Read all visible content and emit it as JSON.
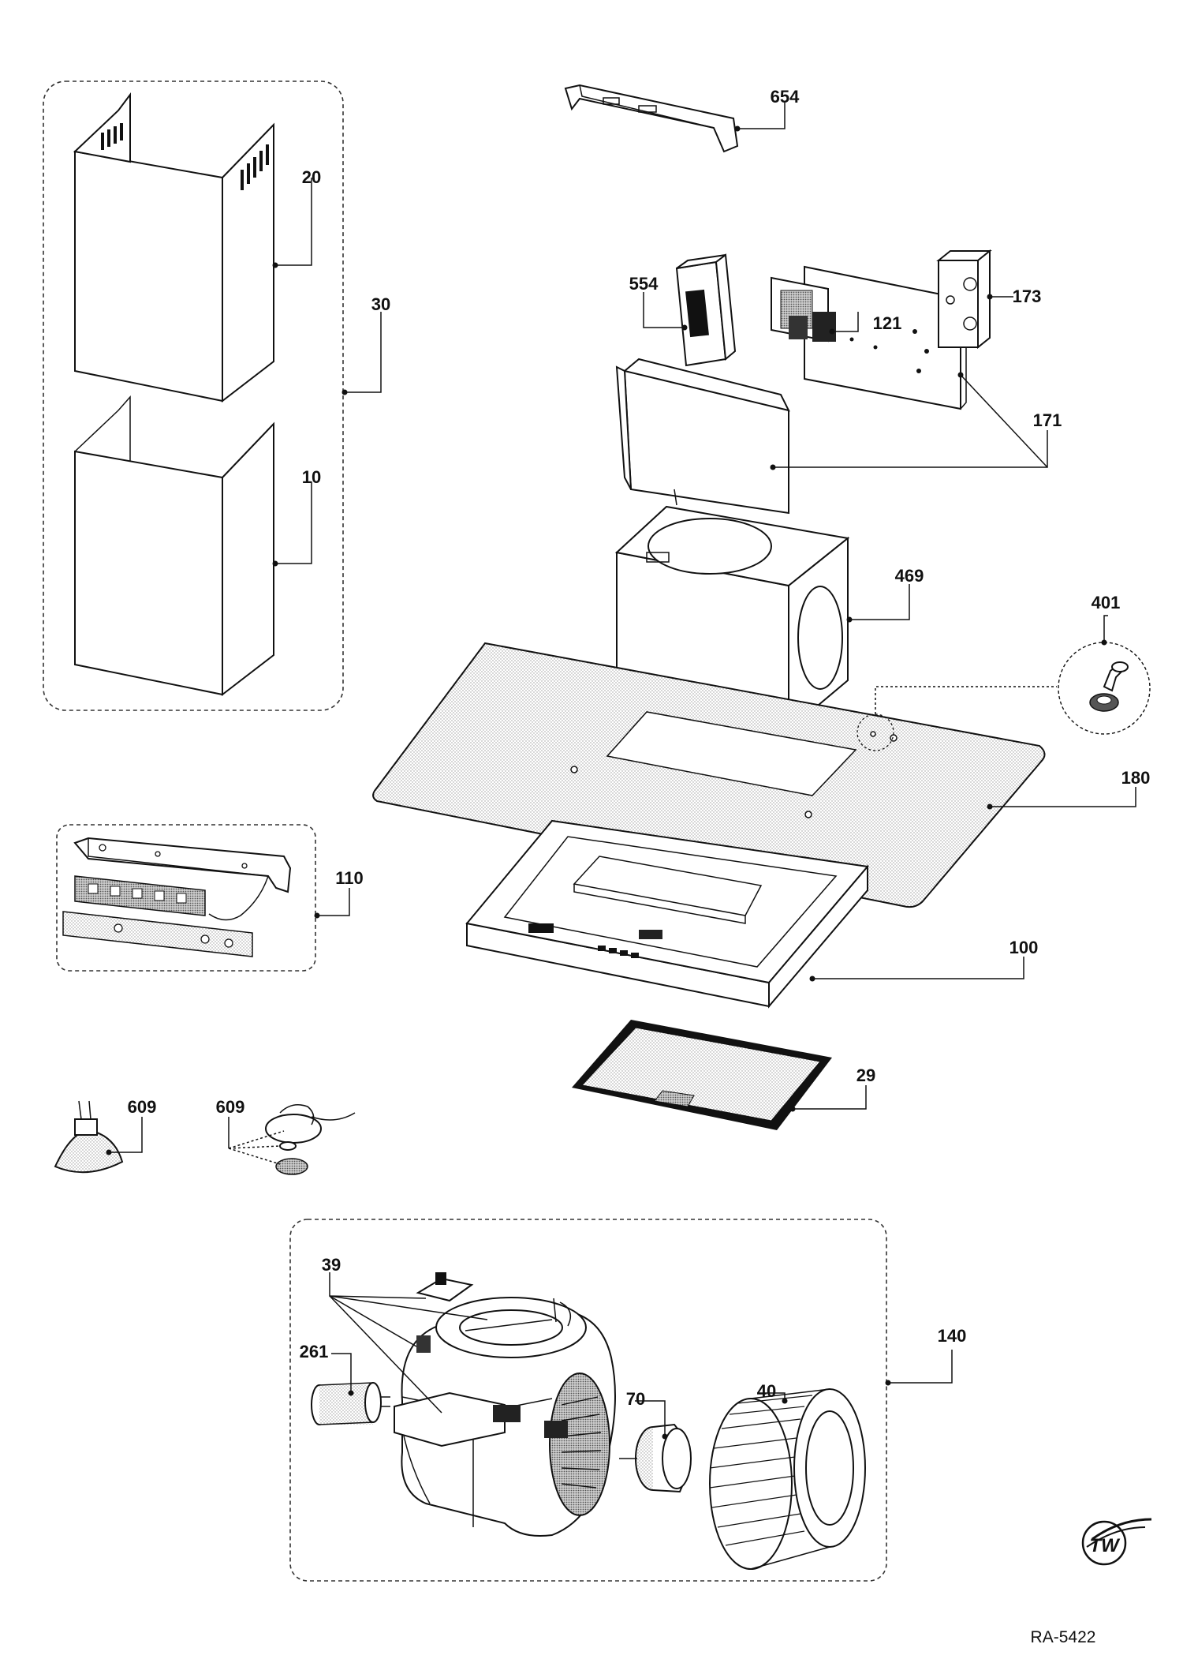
{
  "drawing": {
    "id": "RA-5422"
  },
  "callouts": [
    {
      "key": "c20",
      "label": "20"
    },
    {
      "key": "c30",
      "label": "30"
    },
    {
      "key": "c10",
      "label": "10"
    },
    {
      "key": "c654",
      "label": "654"
    },
    {
      "key": "c554",
      "label": "554"
    },
    {
      "key": "c121",
      "label": "121"
    },
    {
      "key": "c173",
      "label": "173"
    },
    {
      "key": "c171",
      "label": "171"
    },
    {
      "key": "c469",
      "label": "469"
    },
    {
      "key": "c401",
      "label": "401"
    },
    {
      "key": "c180",
      "label": "180"
    },
    {
      "key": "c110",
      "label": "110"
    },
    {
      "key": "c100",
      "label": "100"
    },
    {
      "key": "c29",
      "label": "29"
    },
    {
      "key": "c609a",
      "label": "609"
    },
    {
      "key": "c609b",
      "label": "609"
    },
    {
      "key": "c39",
      "label": "39"
    },
    {
      "key": "c261",
      "label": "261"
    },
    {
      "key": "c140",
      "label": "140"
    },
    {
      "key": "c70",
      "label": "70"
    },
    {
      "key": "c40",
      "label": "40"
    }
  ],
  "logo": {
    "text": "TW",
    "icon": "brand-logo-icon"
  }
}
